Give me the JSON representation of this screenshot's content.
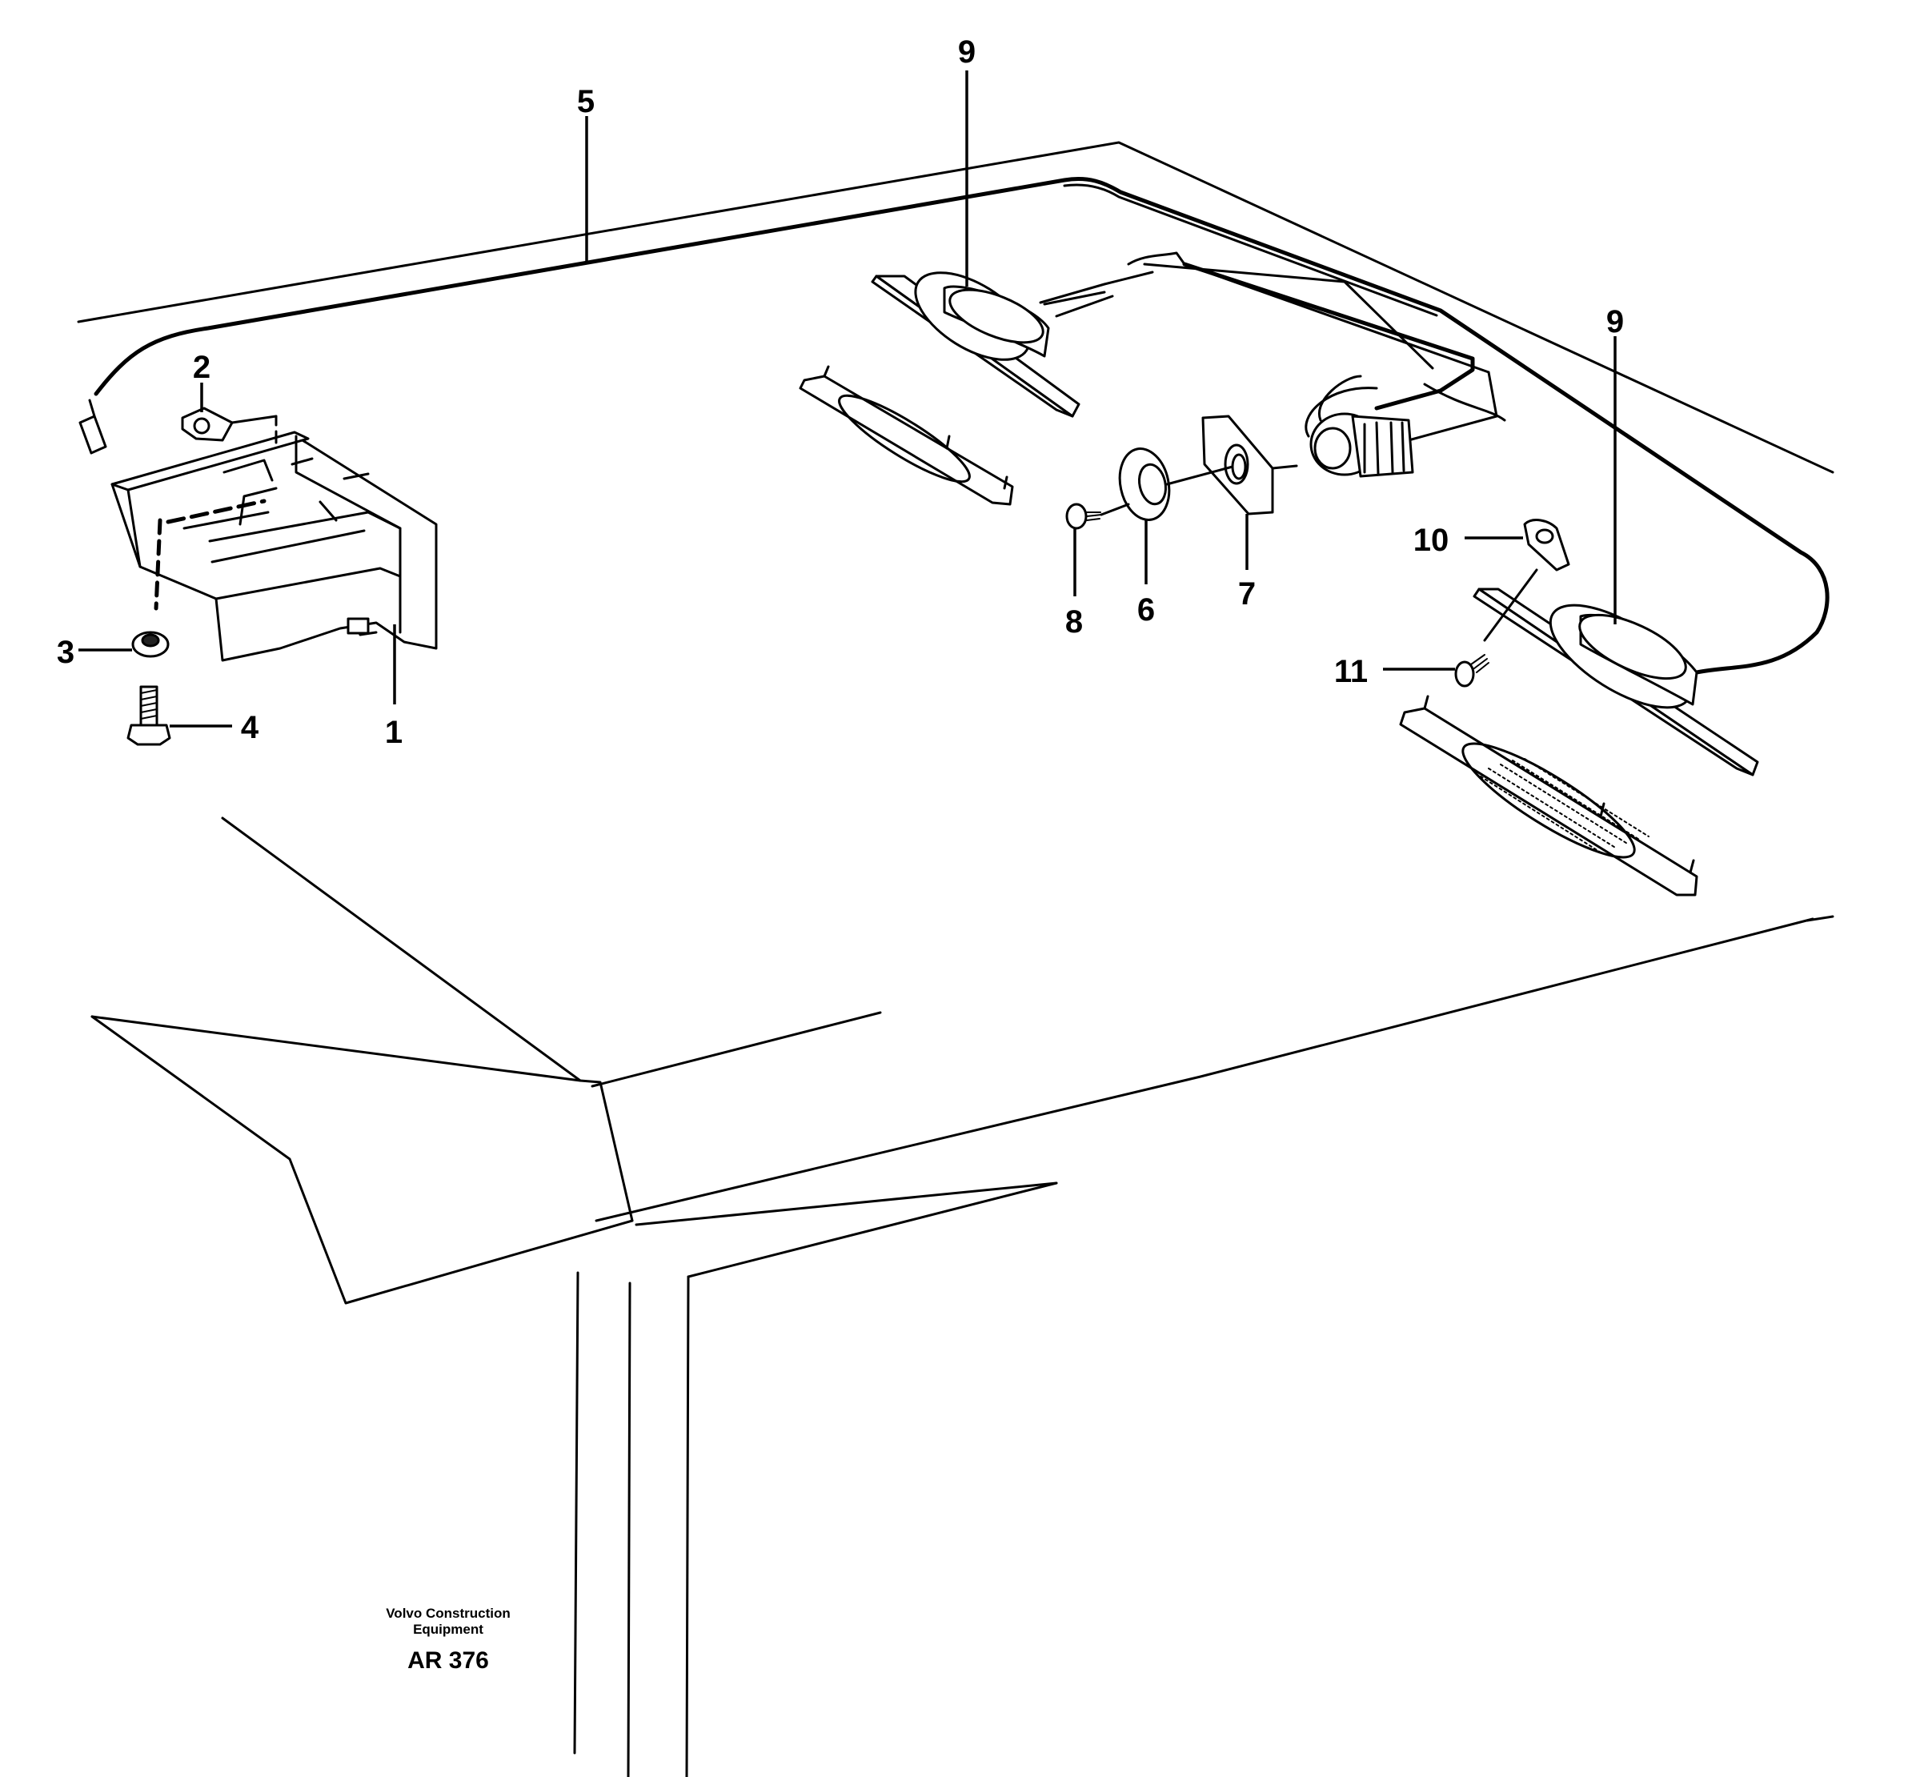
{
  "callouts": {
    "c1": "1",
    "c2": "2",
    "c3": "3",
    "c4": "4",
    "c5": "5",
    "c6": "6",
    "c7": "7",
    "c8": "8",
    "c9a": "9",
    "c9b": "9",
    "c10": "10",
    "c11": "11"
  },
  "caption": {
    "manufacturer": "Volvo Construction\nEquipment",
    "drawing_code": "AR 376"
  }
}
